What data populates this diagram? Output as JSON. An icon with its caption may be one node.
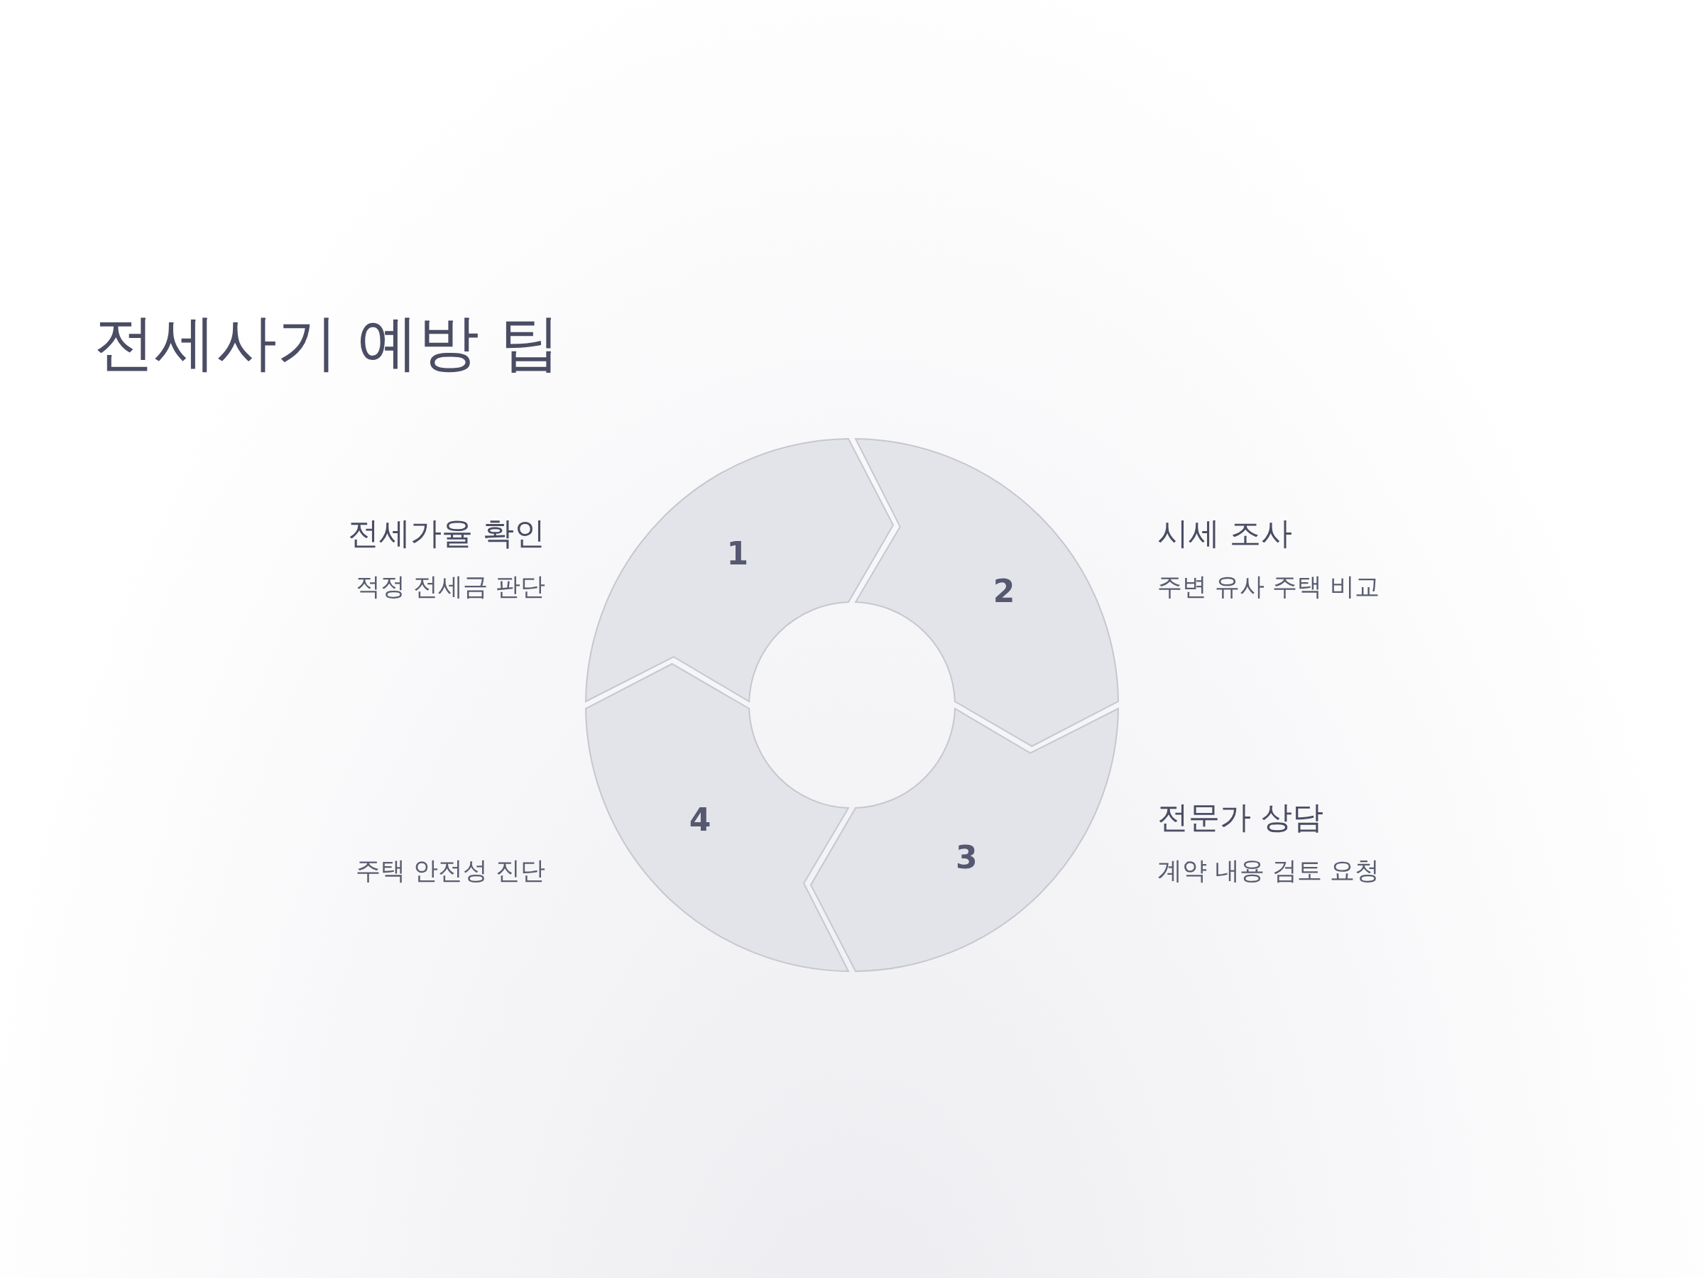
{
  "diagram": {
    "title": "전세사기 예방 팁",
    "nodes": [
      {
        "text": [
          "1"
        ],
        "beside": [
          "전세가율 확인",
          "적정 전세금 판단"
        ]
      },
      {
        "text": [
          "2"
        ],
        "beside": [
          "시세 조사",
          "주변 유사 주택 비교"
        ]
      },
      {
        "text": [
          "3"
        ],
        "beside": [
          "전문가 상담",
          "계약 내용 검토 요청"
        ]
      },
      {
        "text": [
          "4"
        ],
        "beside": [
          "주택 안전성 진단"
        ]
      }
    ]
  }
}
